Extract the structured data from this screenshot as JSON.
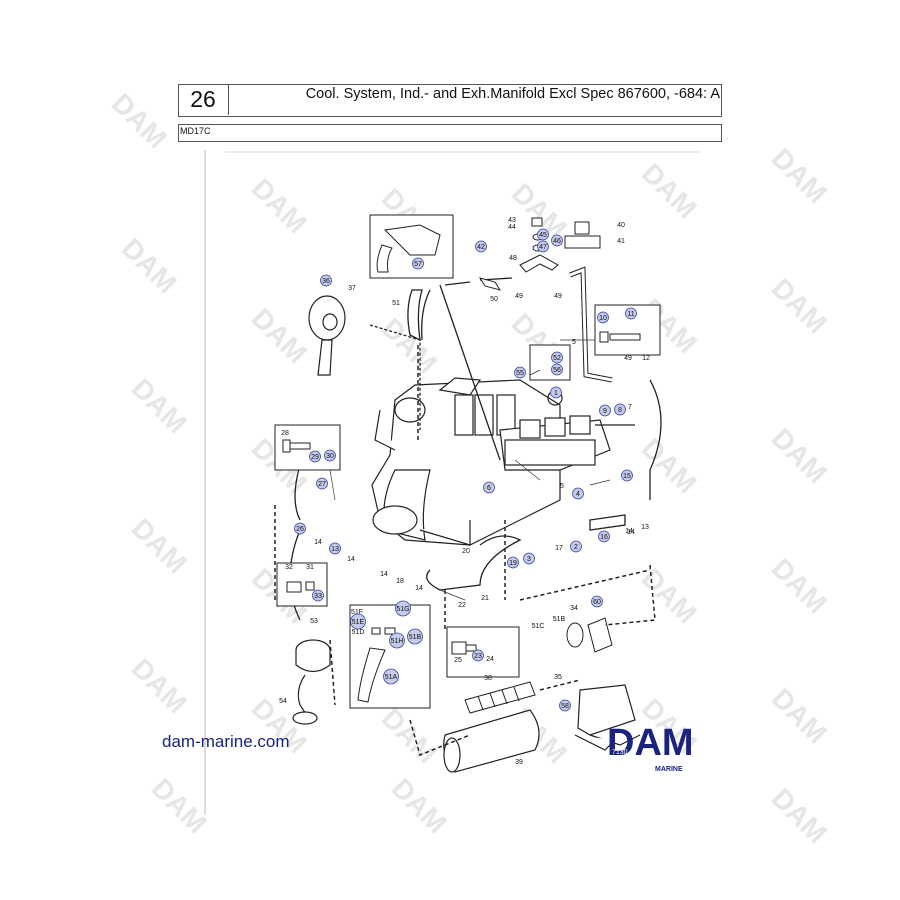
{
  "header": {
    "page_number": "26",
    "title": "Cool. System, Ind.- and Exh.Manifold Excl Spec 867600, -684: A",
    "model": "MD17C"
  },
  "watermark": {
    "text": "DAM"
  },
  "footer": {
    "website": "dam-marine.com",
    "logo_text": "DAM",
    "logo_subtext": "MARINE",
    "drawing_code": "7130"
  },
  "callouts": [
    {
      "label": "43",
      "circled": false
    },
    {
      "label": "44",
      "circled": false
    },
    {
      "label": "45",
      "circled": true
    },
    {
      "label": "47",
      "circled": true
    },
    {
      "label": "46",
      "circled": true
    },
    {
      "label": "48",
      "circled": false
    },
    {
      "label": "40",
      "circled": false
    },
    {
      "label": "41",
      "circled": false
    },
    {
      "label": "42",
      "circled": true
    },
    {
      "label": "57",
      "circled": true
    },
    {
      "label": "36",
      "circled": true
    },
    {
      "label": "37",
      "circled": false
    },
    {
      "label": "51",
      "circled": false
    },
    {
      "label": "50",
      "circled": false
    },
    {
      "label": "49",
      "circled": false
    },
    {
      "label": "49",
      "circled": false
    },
    {
      "label": "5",
      "circled": false
    },
    {
      "label": "10",
      "circled": true
    },
    {
      "label": "11",
      "circled": true
    },
    {
      "label": "49",
      "circled": false
    },
    {
      "label": "12",
      "circled": false
    },
    {
      "label": "52",
      "circled": true
    },
    {
      "label": "56",
      "circled": true
    },
    {
      "label": "55",
      "circled": true
    },
    {
      "label": "1",
      "circled": true
    },
    {
      "label": "9",
      "circled": true
    },
    {
      "label": "8",
      "circled": true
    },
    {
      "label": "7",
      "circled": false
    },
    {
      "label": "28",
      "circled": false
    },
    {
      "label": "29",
      "circled": true
    },
    {
      "label": "30",
      "circled": true
    },
    {
      "label": "6",
      "circled": true
    },
    {
      "label": "5",
      "circled": false
    },
    {
      "label": "4",
      "circled": true
    },
    {
      "label": "15",
      "circled": true
    },
    {
      "label": "27",
      "circled": true
    },
    {
      "label": "26",
      "circled": true
    },
    {
      "label": "14",
      "circled": false
    },
    {
      "label": "13",
      "circled": true
    },
    {
      "label": "14",
      "circled": false
    },
    {
      "label": "14",
      "circled": false
    },
    {
      "label": "16",
      "circled": true
    },
    {
      "label": "14",
      "circled": false
    },
    {
      "label": "18",
      "circled": false
    },
    {
      "label": "14",
      "circled": false
    },
    {
      "label": "20",
      "circled": false
    },
    {
      "label": "19",
      "circled": true
    },
    {
      "label": "3",
      "circled": true
    },
    {
      "label": "17",
      "circled": false
    },
    {
      "label": "2",
      "circled": true
    },
    {
      "label": "14",
      "circled": false
    },
    {
      "label": "13",
      "circled": false
    },
    {
      "label": "21",
      "circled": false
    },
    {
      "label": "22",
      "circled": false
    },
    {
      "label": "32",
      "circled": false
    },
    {
      "label": "31",
      "circled": false
    },
    {
      "label": "33",
      "circled": true
    },
    {
      "label": "53",
      "circled": false
    },
    {
      "label": "54",
      "circled": false
    },
    {
      "label": "51F",
      "circled": false
    },
    {
      "label": "51E",
      "circled": true
    },
    {
      "label": "51G",
      "circled": true
    },
    {
      "label": "51D",
      "circled": false
    },
    {
      "label": "51H",
      "circled": true
    },
    {
      "label": "51B",
      "circled": true
    },
    {
      "label": "51A",
      "circled": true
    },
    {
      "label": "25",
      "circled": false
    },
    {
      "label": "23",
      "circled": true
    },
    {
      "label": "24",
      "circled": false
    },
    {
      "label": "51C",
      "circled": false
    },
    {
      "label": "51B",
      "circled": false
    },
    {
      "label": "34",
      "circled": false
    },
    {
      "label": "60",
      "circled": true
    },
    {
      "label": "38",
      "circled": false
    },
    {
      "label": "35",
      "circled": false
    },
    {
      "label": "58",
      "circled": true
    },
    {
      "label": "39",
      "circled": false
    }
  ]
}
